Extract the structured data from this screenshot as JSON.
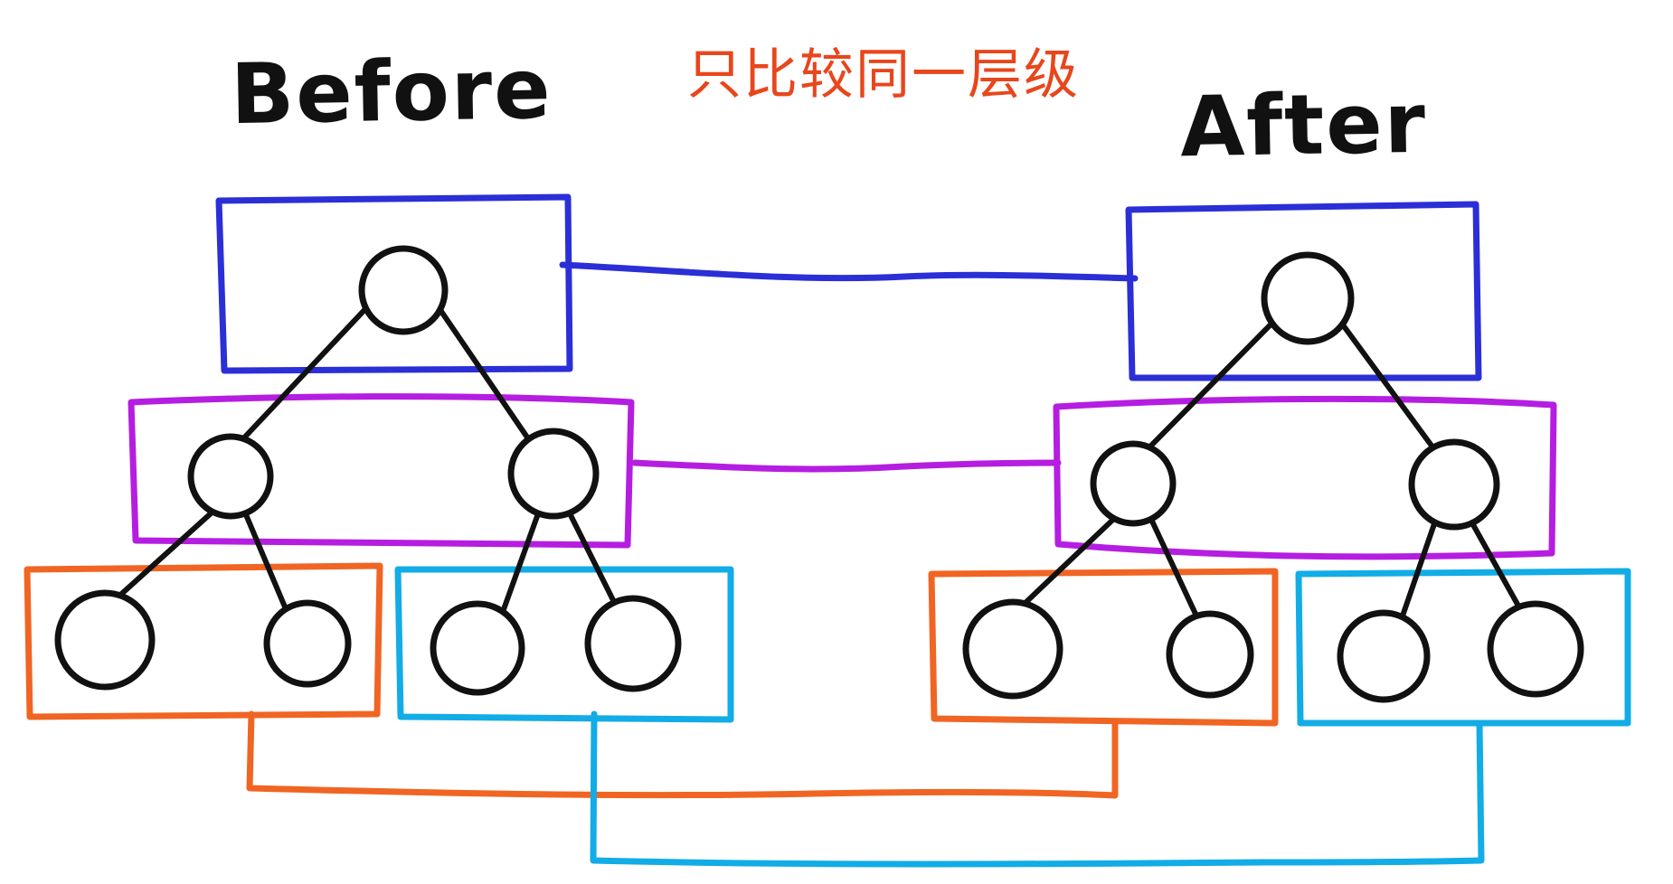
{
  "before_label": "Before",
  "after_label": "After",
  "caption": "只比较同一层级",
  "colors": {
    "level1": "#2b2fd6",
    "level2": "#b51ee0",
    "level3_left": "#f06523",
    "level3_right": "#12ace6",
    "caption": "#e8461c",
    "nodes": "#111111"
  },
  "trees": [
    {
      "name": "before",
      "levels": [
        1,
        2,
        4
      ]
    },
    {
      "name": "after",
      "levels": [
        1,
        2,
        4
      ]
    }
  ]
}
